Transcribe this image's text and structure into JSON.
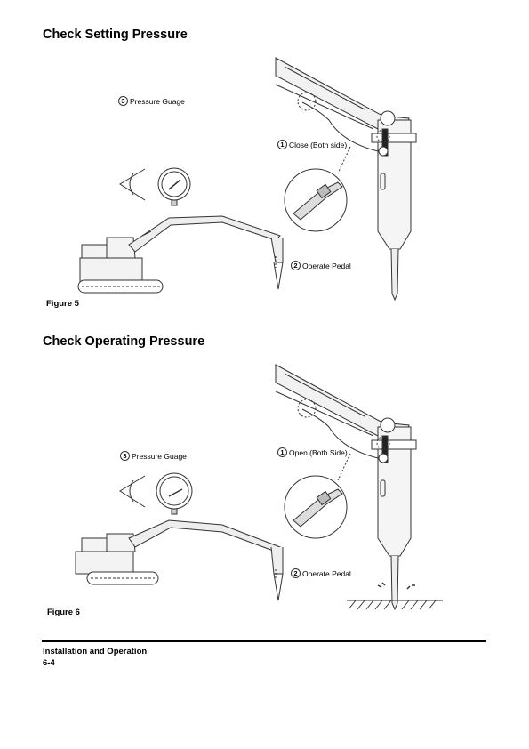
{
  "section1": {
    "title": "Check Setting Pressure",
    "figure_caption": "Figure 5",
    "label_1_num": "1",
    "label_1_text": "Close (Both side)",
    "label_2_num": "2",
    "label_2_text": "Operate Pedal",
    "label_3_num": "3",
    "label_3_text": "Pressure Guage"
  },
  "section2": {
    "title": "Check Operating Pressure",
    "figure_caption": "Figure 6",
    "label_1_num": "1",
    "label_1_text": "Open (Both Side)",
    "label_2_num": "2",
    "label_2_text": "Operate Pedal",
    "label_3_num": "3",
    "label_3_text": "Pressure Guage"
  },
  "footer": {
    "title": "Installation and Operation",
    "page": "6-4"
  }
}
